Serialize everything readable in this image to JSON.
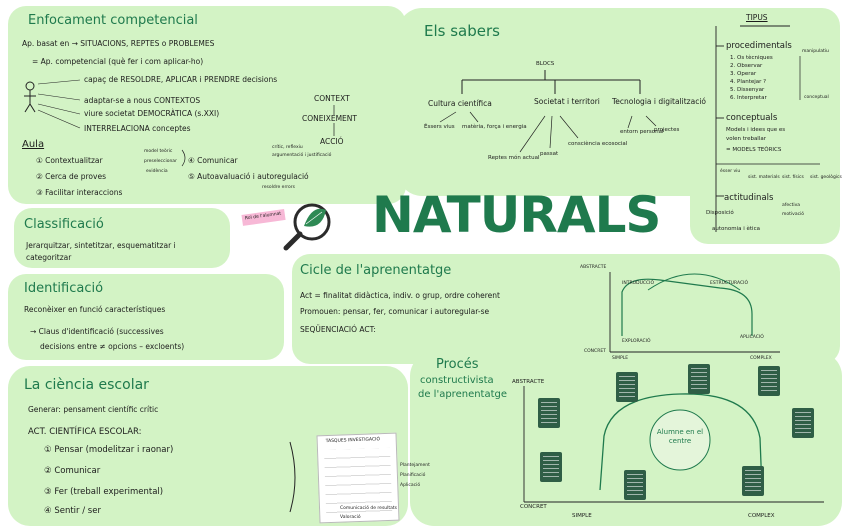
{
  "title": "NATURALS",
  "sticky_note": "Rol de l'alumnat",
  "enfocament": {
    "heading": "Enfocament competencial",
    "line1": "Ap. basat en → SITUACIONS, REPTES o PROBLEMES",
    "line2": "= Ap. competencial (què fer i com aplicar-ho)",
    "bullets": [
      "capaç de RESOLDRE, APLICAR i PRENDRE decisions",
      "adaptar-se a nous CONTEXTOS",
      "viure societat DEMOCRÀTICA (s.XXI)",
      "INTERRELACIONA conceptes"
    ],
    "context_flow": [
      "CONTEXT",
      "CONEIXEMENT",
      "ACCIÓ"
    ]
  },
  "aula": {
    "heading": "Aula",
    "items": [
      "Contextualitzar",
      "Cerca de proves",
      "Facilitar interaccions",
      "Comunicar",
      "Autoavaluació i autoregulació"
    ],
    "notes": [
      "model teòric",
      "preseleccionar",
      "evidència",
      "crític, reflexiu",
      "argumentació i justificació",
      "resoldre errors"
    ]
  },
  "classificacio": {
    "heading": "Classificació",
    "text": "Jerarquitzar, sintetitzar, esquematitzar i categoritzar"
  },
  "identificacio": {
    "heading": "Identificació",
    "line1": "Reconèixer en funció característiques",
    "line2": "→ Claus d'identificació (successives",
    "line3": "decisions entre ≠ opcions – excloents)"
  },
  "ciencia": {
    "heading": "La ciència escolar",
    "generar": "Generar: pensament científic crític",
    "act": "ACT. CIENTÍFICA ESCOLAR:",
    "items": [
      "① Pensar (modelitzar i raonar)",
      "② Comunicar",
      "③ Fer (treball experimental)",
      "④ Sentir / ser"
    ],
    "tasks_title": "TASQUES INVESTIGACIÓ",
    "tasks_notes": [
      "Plantejament",
      "Planificació",
      "Aplicació",
      "Comunicació de resultats",
      "Valoració"
    ]
  },
  "sabers": {
    "heading": "Els sabers",
    "root": "BLOCS",
    "branches": [
      "Cultura científica",
      "Societat i territori",
      "Tecnologia i digitalització"
    ],
    "sub": [
      "Éssers vius",
      "matèria, força i energia",
      "Reptes món actual",
      "passat",
      "consciència ecosocial",
      "entorn personal",
      "projectes"
    ]
  },
  "tipus": {
    "heading": "TIPUS",
    "procedimentals": "procedimentals",
    "proc_items": [
      "1. Os tècniques",
      "2. Observar",
      "3. Operar",
      "4. Plantejar ?",
      "5. Dissenyar",
      "6. Interpretar"
    ],
    "manipulatiu": "manipulatiu",
    "conceptual": "conceptual",
    "conceptuals": "conceptuals",
    "conc_lines": [
      "Models i idees que es",
      "volen treballar",
      "= MODELS TEÒRICS"
    ],
    "models": [
      "ésser viu",
      "sist. materials",
      "sist. físics",
      "sist. geològics"
    ],
    "actitudinals": "actitudinals",
    "act_lines": [
      "Disposició",
      "autonomia i ètica"
    ],
    "act_notes": [
      "afectiva",
      "motivació"
    ]
  },
  "cicle": {
    "heading": "Cicle de l'aprenentatge",
    "line1": "Act = finalitat didàctica, indiv. o grup, ordre coherent",
    "line2": "Promouen: pensar, fer, comunicar i autoregular-se",
    "line3": "SEQÜENCIACIÓ ACT:",
    "diagram": [
      "ABSTRACTE",
      "CONCRET",
      "SIMPLE",
      "COMPLEX",
      "INTRODUCCIÓ",
      "ESTRUCTURACIÓ",
      "EXPLORACIÓ",
      "APLICACIÓ"
    ]
  },
  "proces": {
    "heading": "Procés",
    "sub1": "constructivista",
    "sub2": "de l'aprenentatge",
    "labels": [
      "ABSTRACTE",
      "CONCRET",
      "SIMPLE",
      "COMPLEX"
    ],
    "center": "Alumne en el centre"
  }
}
